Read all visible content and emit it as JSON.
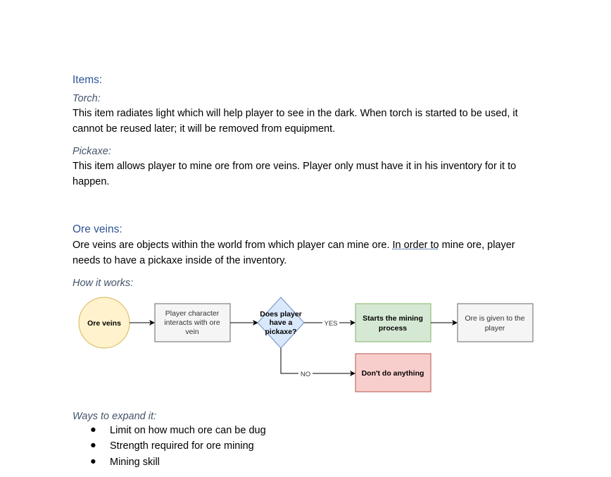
{
  "items_heading": "Items:",
  "torch": {
    "title": "Torch:",
    "text": "This item radiates light which will help player to see in the dark. When torch is started to be used, it cannot be reused later; it will be removed from equipment."
  },
  "pickaxe": {
    "title": "Pickaxe:",
    "text": "This item allows player to mine ore from ore veins. Player only must have it in his inventory for it to happen."
  },
  "ore_veins": {
    "heading": "Ore veins:",
    "text_before": "Ore veins are objects within the world from which player can mine ore. ",
    "text_marked": "In order to",
    "text_after": " mine ore, player needs to have a pickaxe inside of the inventory."
  },
  "how_it_works": "How it works:",
  "diagram": {
    "start": "Ore veins",
    "interact": [
      "Player character",
      "interacts with ore",
      "vein"
    ],
    "decision": [
      "Does player",
      "have a",
      "pickaxe?"
    ],
    "yes_label": "YES",
    "no_label": "NO",
    "yes_step": [
      "Starts the mining",
      "process"
    ],
    "result": [
      "Ore is given to the",
      "player"
    ],
    "no_step": "Don't do anything"
  },
  "expand": {
    "title": "Ways to expand it:",
    "items": [
      "Limit on how much ore can be dug",
      "Strength required for ore mining",
      "Mining skill"
    ]
  }
}
